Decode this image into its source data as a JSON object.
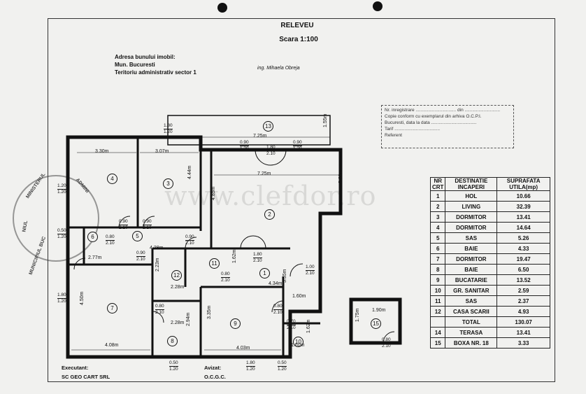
{
  "header": {
    "title": "RELEVEU",
    "scale": "Scara 1:100"
  },
  "address": {
    "label": "Adresa bunului imobil:",
    "city": "Mun. Bucuresti",
    "district": "Teritoriu administrativ sector 1"
  },
  "signature": "ing. Mihaela Obreja",
  "stamp_lines": [
    "Nr. inregistrare ................................ din ............................",
    "Copie conform cu exemplarul din arhiva O.C.P.I.",
    "Bucuresti, data la data ....................................",
    "Tarif ....................................",
    "Referent"
  ],
  "watermark": "www.clefdor.ro",
  "side_stamp": [
    "MINISTERUL",
    "ADMINI",
    "NIUL",
    "MUNICIPIUL BUC"
  ],
  "rooms_table": {
    "headers": [
      "NR CRT",
      "DESTINATIE INCAPERI",
      "SUPRAFATA UTILA(mp)"
    ],
    "rows": [
      [
        "1",
        "HOL",
        "10.66"
      ],
      [
        "2",
        "LIVING",
        "32.39"
      ],
      [
        "3",
        "DORMITOR",
        "13.41"
      ],
      [
        "4",
        "DORMITOR",
        "14.64"
      ],
      [
        "5",
        "SAS",
        "5.26"
      ],
      [
        "6",
        "BAIE",
        "4.33"
      ],
      [
        "7",
        "DORMITOR",
        "19.47"
      ],
      [
        "8",
        "BAIE",
        "6.50"
      ],
      [
        "9",
        "BUCATARIE",
        "13.52"
      ],
      [
        "10",
        "GR. SANITAR",
        "2.59"
      ],
      [
        "11",
        "SAS",
        "2.37"
      ],
      [
        "12",
        "CASA SCARII",
        "4.93"
      ]
    ],
    "total_label": "TOTAL",
    "total_value": "130.07",
    "extras": [
      [
        "14",
        "TERASA",
        "13.41"
      ],
      [
        "15",
        "BOXA NR. 18",
        "3.33"
      ]
    ]
  },
  "footer": {
    "executant_label": "Executant:",
    "executant": "SC GEO CART SRL",
    "avizat_label": "Avizat:",
    "avizat": "O.C.G.C."
  },
  "plan_labels": {
    "room_numbers": [
      "1",
      "2",
      "3",
      "4",
      "5",
      "6",
      "7",
      "8",
      "9",
      "10",
      "11",
      "12",
      "13",
      "15"
    ],
    "dims": [
      "7.25m",
      "3.30m",
      "3.07m",
      "7.25m",
      "4.44m",
      "4.85m",
      "3.00m",
      "1.55m",
      "2.77m",
      "4.28m",
      "2.23m",
      "2.28m",
      "2.28m",
      "1.62m",
      "4.34m",
      "3.55m",
      "1.60m",
      "4.08m",
      "4.03m",
      "3.35m",
      "2.94m",
      "4.50m",
      "1.60m",
      "1.62m",
      "1.90m",
      "1.75m"
    ],
    "openings": [
      "1.80\n1.20",
      "0.90\n1.20",
      "1.80\n2.10",
      "0.90\n1.20",
      "0.90\n2.10",
      "0.90\n2.10",
      "0.80\n2.10",
      "0.50\n1.20",
      "0.90\n2.10",
      "0.90\n2.10",
      "1.80\n2.10",
      "1.00\n2.10",
      "0.80\n2.10",
      "0.80\n2.10",
      "0.80\n2.10",
      "0.70\n2.10",
      "1.80\n1.20",
      "0.50\n1.20",
      "1.80\n1.20",
      "0.50\n1.20",
      "0.80\n2.10",
      "1.20\n1.20"
    ]
  }
}
